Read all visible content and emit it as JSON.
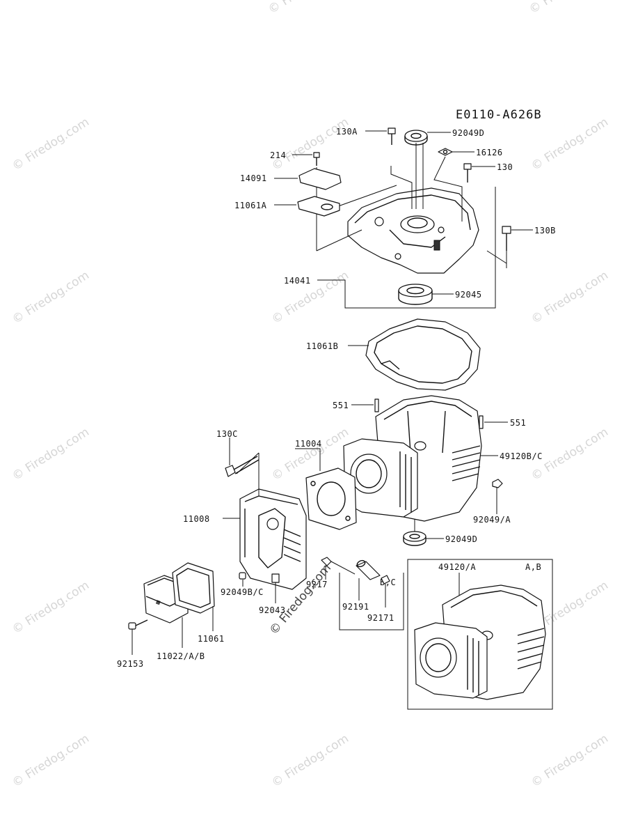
{
  "diagram_code": "E0110-A626B",
  "watermark": "© Firedog.com",
  "watermark_center": "© Firedog.com",
  "callouts": {
    "p130A": "130A",
    "p92049D_top": "92049D",
    "p214": "214",
    "p16126": "16126",
    "p130": "130",
    "p14091": "14091",
    "p11061A": "11061A",
    "p130B": "130B",
    "p14041": "14041",
    "p92045": "92045",
    "p11061B": "11061B",
    "p551_left": "551",
    "p551_right": "551",
    "p130C": "130C",
    "p11004": "11004",
    "p49120BC": "49120B/C",
    "p11008": "11008",
    "p92049A": "92049/A",
    "p92049D_bottom": "92049D",
    "p92049BC": "92049B/C",
    "p9217": "9217",
    "p92043": "92043",
    "p92191": "92191",
    "p92171": "92171",
    "p11061": "11061",
    "p92153": "92153",
    "p11022AB": "11022/A/B",
    "p49120A": "49120/A"
  },
  "inset_labels": {
    "bc": "B,C",
    "ab": "A,B"
  },
  "icons": [
    "copyright-icon"
  ]
}
